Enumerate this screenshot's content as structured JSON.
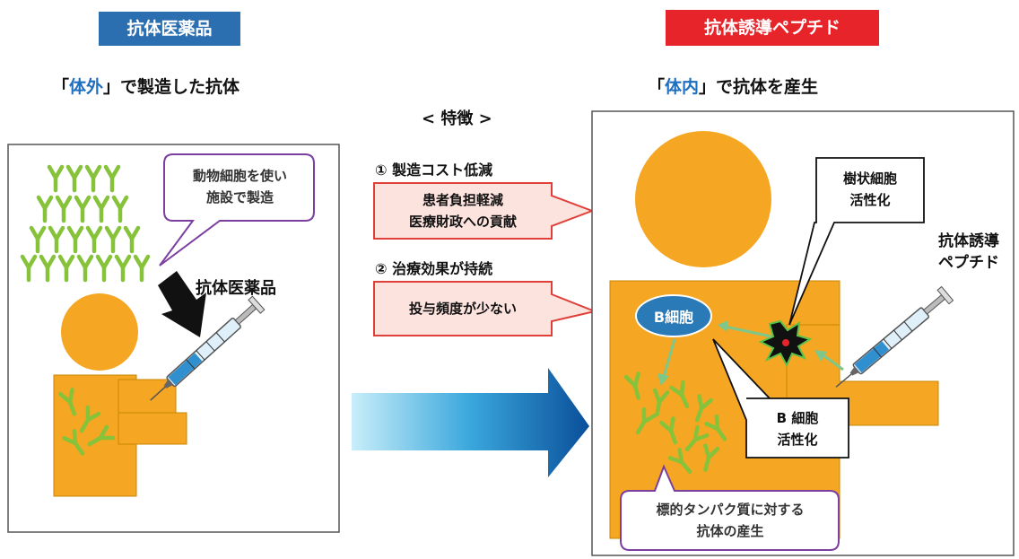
{
  "left": {
    "tag": "抗体医薬品",
    "subtitle_prefix": "「",
    "subtitle_em": "体外",
    "subtitle_suffix": "」で製造した抗体",
    "bubble": [
      "動物細胞を使い",
      "施設で製造"
    ],
    "label": "抗体医薬品"
  },
  "center": {
    "title": "< 特徴 >",
    "point1": "① 製造コスト低減",
    "box1": [
      "患者負担軽減",
      "医療財政への貢献"
    ],
    "point2": "② 治療効果が持続",
    "box2": [
      "投与頻度が少ない"
    ]
  },
  "right": {
    "tag": "抗体誘導ペプチド",
    "subtitle_prefix": "「",
    "subtitle_em": "体内",
    "subtitle_suffix": "」で抗体を産生",
    "dendritic": [
      "樹状細胞",
      "活性化"
    ],
    "peptide_label": [
      "抗体誘導",
      "ペプチド"
    ],
    "bcell": "B細胞",
    "bcell_bubble": [
      "B 細胞",
      "活性化"
    ],
    "production": [
      "標的タンパク質に対する",
      "抗体の産生"
    ]
  },
  "colors": {
    "body": "#f5a623",
    "antibody": "#86c23a",
    "blue_tag": "#2b6fb0",
    "red_tag": "#e8242b",
    "purple": "#7b3fa0",
    "callout_red": "#e0403a",
    "callout_fill": "#fde3de",
    "bcell": "#2a7ab8"
  }
}
